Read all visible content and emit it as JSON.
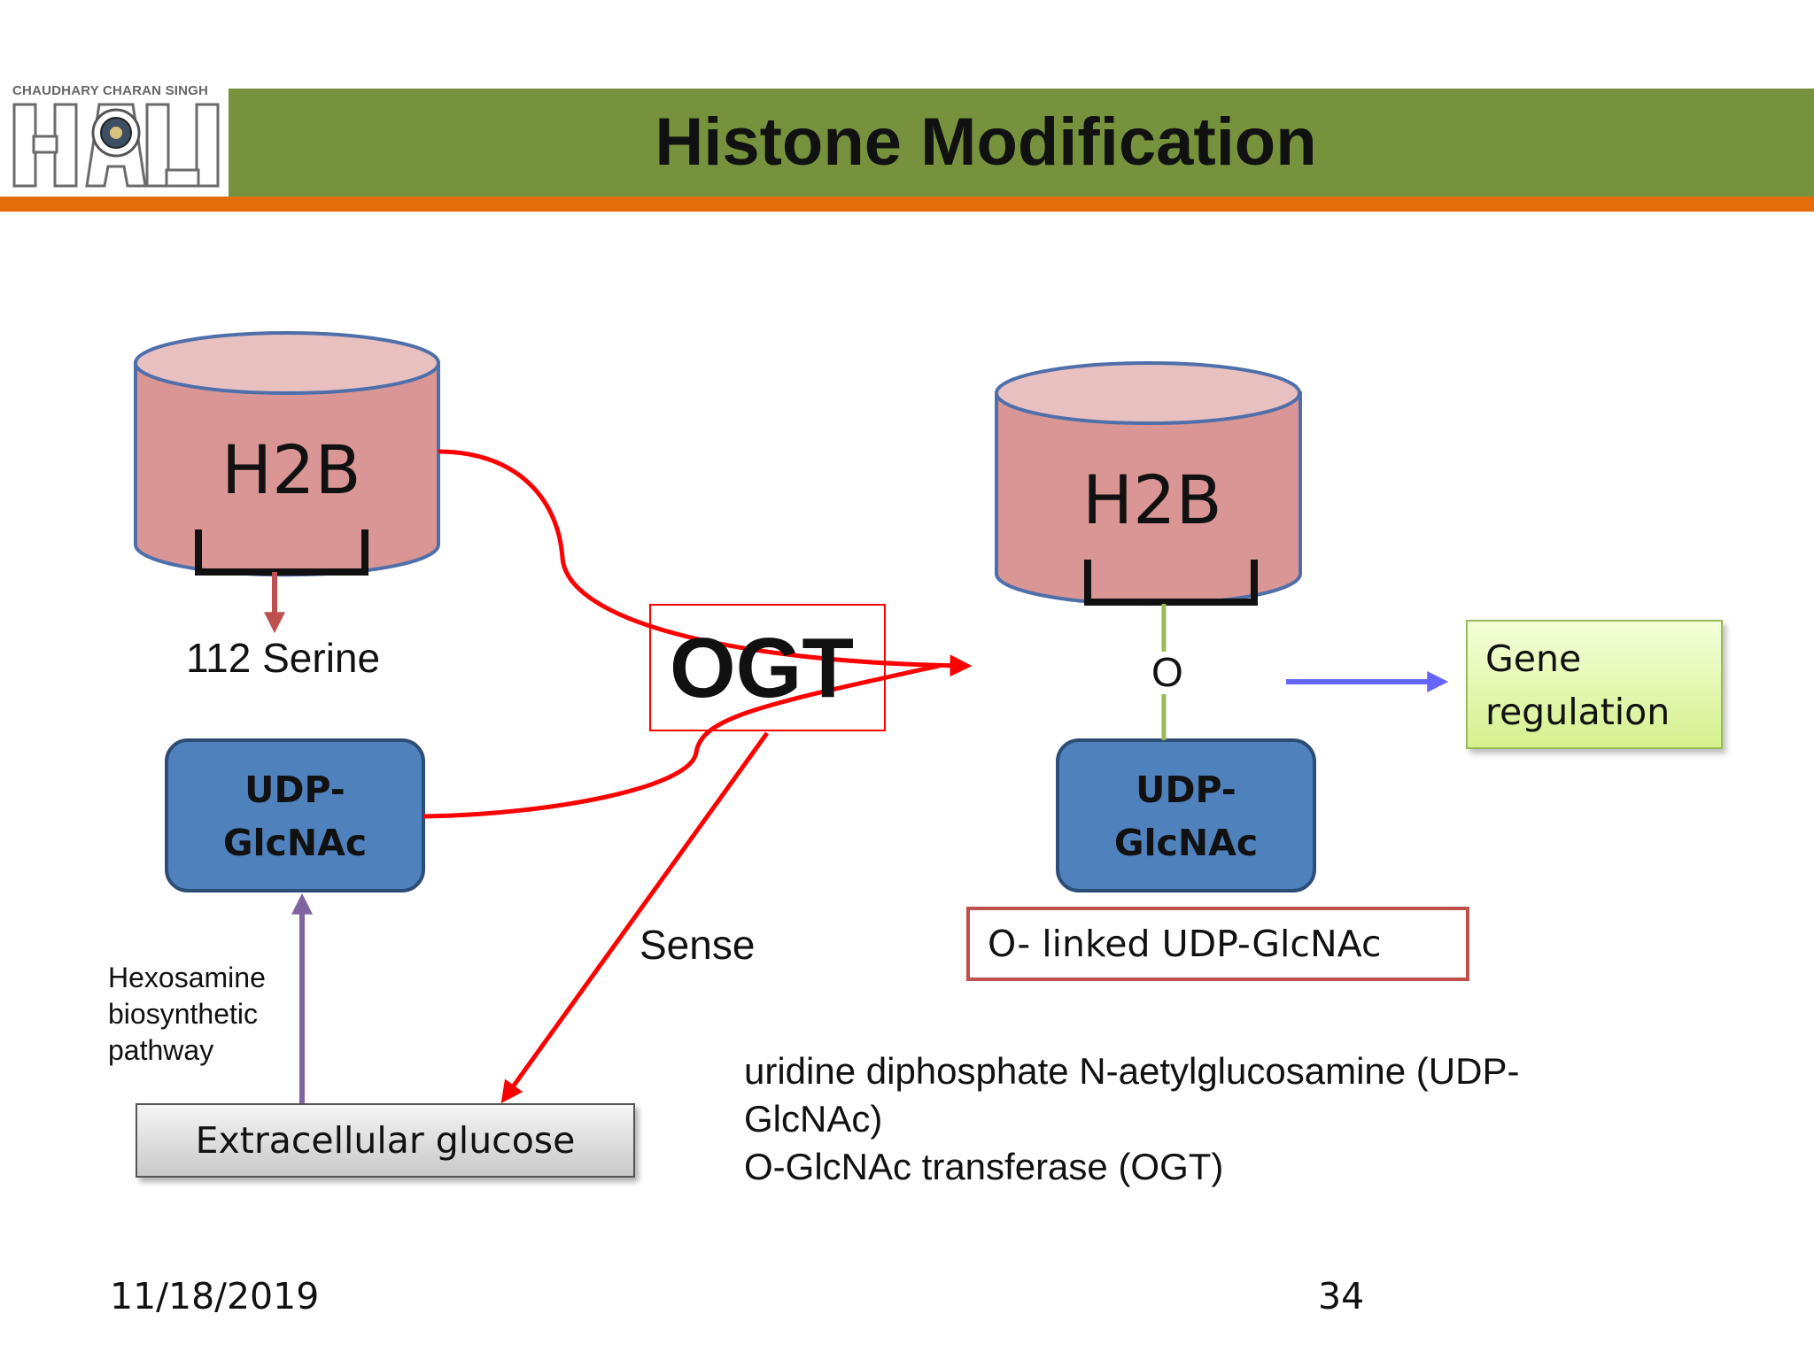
{
  "header": {
    "title": "Histone Modification",
    "logo_caption": "CHAUDHARY CHARAN SINGH",
    "logo_letters": "HAU"
  },
  "diagram": {
    "left_histone_label": "H2B",
    "right_histone_label": "H2B",
    "serine_label": "112 Serine",
    "left_sugar_line1": "UDP-",
    "left_sugar_line2": "GlcNAc",
    "right_sugar_line1": "UDP-",
    "right_sugar_line2": "GlcNAc",
    "enzyme_label": "OGT",
    "oxygen_label": "O",
    "gene_line1": "Gene",
    "gene_line2": "regulation",
    "o_linked_label": "O- linked UDP-GlcNAc",
    "sense_label": "Sense",
    "pathway_line1": "Hexosamine",
    "pathway_line2": "biosynthetic",
    "pathway_line3": "pathway",
    "glucose_label": "Extracellular glucose"
  },
  "definitions": {
    "line1": "uridine diphosphate N-aetylglucosamine (UDP-",
    "line2": "GlcNAc)",
    "line3": "O-GlcNAc transferase (OGT)"
  },
  "footer": {
    "date": "11/18/2019",
    "page": "34"
  },
  "colors": {
    "header_band": "#76923c",
    "header_rule": "#e46c0a",
    "cylinder_fill": "#d99694",
    "cylinder_top": "#e8c0c0",
    "cylinder_stroke": "#4f6fab",
    "sugar_fill": "#4f81bd",
    "sugar_stroke": "#2c4d75",
    "reaction_arrow": "#ff0000",
    "serine_arrow": "#c0504d",
    "pathway_arrow": "#8064a2",
    "gene_arrow": "#6666ff",
    "bond_line": "#9bbb59"
  }
}
